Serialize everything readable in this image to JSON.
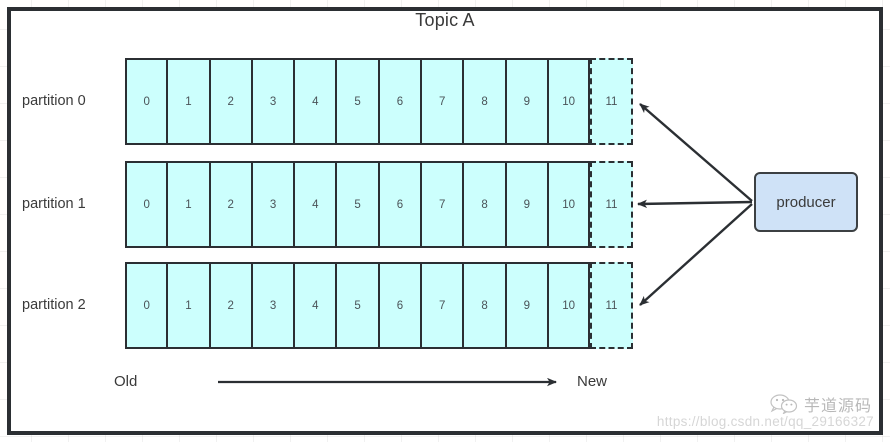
{
  "diagram": {
    "title": "Topic A",
    "frame_color": "#2b2f33",
    "cell_fill": "#ccfffd",
    "producer_fill": "#cfe2f7"
  },
  "partitions": [
    {
      "label": "partition 0",
      "offsets": [
        "0",
        "1",
        "2",
        "3",
        "4",
        "5",
        "6",
        "7",
        "8",
        "9",
        "10"
      ],
      "pending_offset": "11"
    },
    {
      "label": "partition 1",
      "offsets": [
        "0",
        "1",
        "2",
        "3",
        "4",
        "5",
        "6",
        "7",
        "8",
        "9",
        "10"
      ],
      "pending_offset": "11"
    },
    {
      "label": "partition 2",
      "offsets": [
        "0",
        "1",
        "2",
        "3",
        "4",
        "5",
        "6",
        "7",
        "8",
        "9",
        "10"
      ],
      "pending_offset": "11"
    }
  ],
  "producer": {
    "label": "producer"
  },
  "age_axis": {
    "old_label": "Old",
    "new_label": "New"
  },
  "watermark": {
    "brand": "芋道源码",
    "url": "https://blog.csdn.net/qq_29166327",
    "icon": "wechat-icon"
  }
}
